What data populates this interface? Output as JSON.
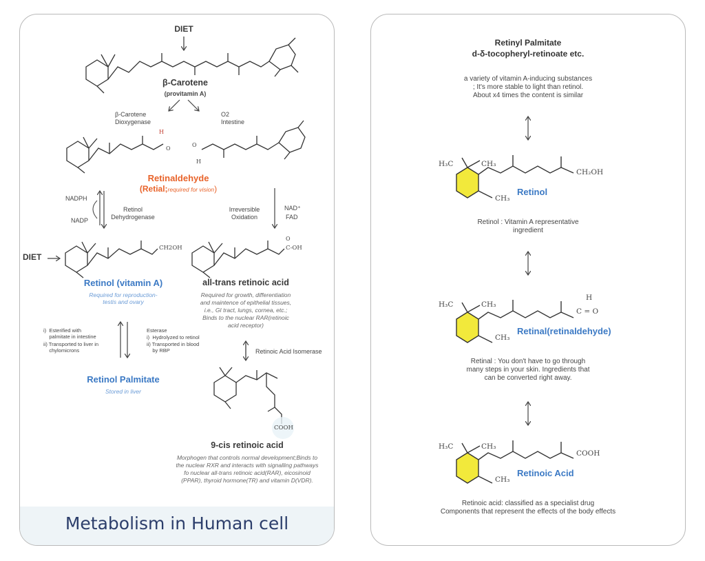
{
  "left": {
    "diet_top": "DIET",
    "beta_carotene": {
      "title": "β-Carotene",
      "subtitle": "(provitamin A)"
    },
    "enzyme_left": [
      "β-Carotene",
      "Dioxygenase"
    ],
    "enzyme_right": [
      "O2",
      "Intestine"
    ],
    "retinaldehyde": {
      "title": "Retinaldehyde",
      "paren_open": "(Retial;",
      "note": "required for vision",
      "paren_close": ")"
    },
    "redox": {
      "nadph": "NADPH",
      "nadp": "NADP",
      "enzyme": [
        "Retinol",
        "Dehydrogenase"
      ]
    },
    "oxidation": {
      "label": [
        "Irreversible",
        "Oxidation"
      ],
      "cofactors": [
        "NAD⁺",
        "FAD"
      ]
    },
    "diet_side": "DIET",
    "retinol": {
      "title": "Retinol (vitamin A)",
      "note": [
        "Required for reproduction-",
        "testis and ovary"
      ]
    },
    "atra": {
      "title": "all-trans retinoic acid",
      "note": [
        "Required for growth, differentiation",
        "and maintence of epithelial tissues,",
        "i.e., GI tract, lungs, cornea, etc.;",
        "Binds to the nuclear RAR(retinoic",
        "acid receptor)"
      ]
    },
    "ester_left": [
      "i)  Esterified with",
      "    palmitate in intestine",
      "ii) Transported to liver in",
      "    chylomicrons"
    ],
    "ester_right": [
      "Esterase",
      "i)  Hydrolyzed to retinol",
      "ii) Transported in blood",
      "    by RBP"
    ],
    "isomerase": "Retinoic Acid Isomerase",
    "palmitate": {
      "title": "Retinol Palmitate",
      "note": "Stored in liver"
    },
    "nine_cis": {
      "title": "9-cis retinoic acid",
      "note": [
        "Morphogen that controls normal development;Binds to",
        "the nuclear RXR and interacts with signalling pathways",
        "fo nuclear all-trans retinoic acid(RAR), eicosinoid",
        "(PPAR), thyroid hormone(TR) and vitamin D(VDR)."
      ]
    },
    "footer": "Metabolism in Human cell",
    "chem": {
      "ch2oh": "CH2OH",
      "cooh_c": "C-OH",
      "o": "O",
      "h": "H",
      "cooh": "COOH"
    }
  },
  "right": {
    "top_title": [
      "Retinyl Palmitate",
      "d-δ-tocopheryl-retinoate etc."
    ],
    "top_desc": [
      "a variety of vitamin A-inducing substances",
      "; It's more stable to light than retinol.",
      "About x4 times the content is similar"
    ],
    "retinol": {
      "name": "Retinol",
      "tail": "CH₂OH",
      "desc": [
        "Retinol : Vitamin A representative",
        "ingredient"
      ]
    },
    "retinal": {
      "name": "Retinal(retinaldehyde)",
      "tail": "C = O",
      "tail_h": "H",
      "desc": [
        "Retinal : You don't have to go through",
        "many steps in your skin. Ingredients that",
        "can be converted right away."
      ]
    },
    "retinoic": {
      "name": "Retinoic Acid",
      "tail": "COOH",
      "desc": [
        "Retinoic acid: classified as a specialist drug",
        "Components that represent the effects of the body effects"
      ]
    },
    "methyl": {
      "h3c": "H₃C",
      "ch3": "CH₃"
    },
    "ring_color": "#f2e93b"
  }
}
